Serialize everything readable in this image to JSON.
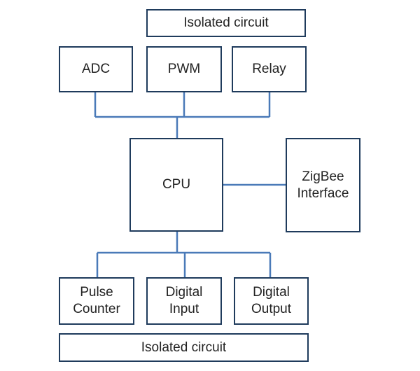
{
  "diagram": {
    "top_isolated": "Isolated circuit",
    "adc": "ADC",
    "pwm": "PWM",
    "relay": "Relay",
    "cpu": "CPU",
    "zigbee": "ZigBee\nInterface",
    "pulse_counter": "Pulse\nCounter",
    "digital_input": "Digital\nInput",
    "digital_output": "Digital\nOutput",
    "bottom_isolated": "Isolated circuit",
    "colors": {
      "box_border": "#1f3b5c",
      "connector": "#4a7ab8",
      "text": "#222222"
    }
  }
}
